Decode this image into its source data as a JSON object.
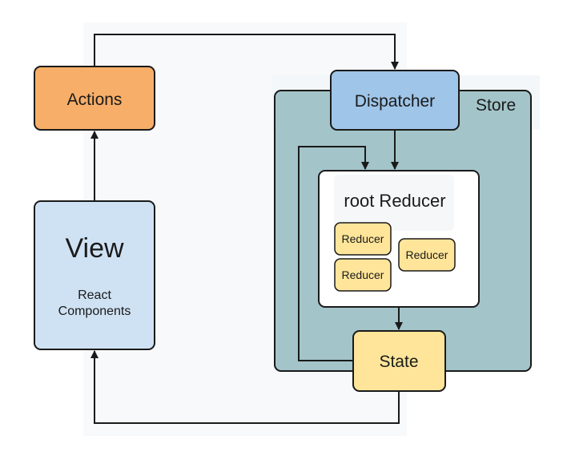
{
  "nodes": {
    "actions": {
      "label": "Actions",
      "fill": "#f7ae68"
    },
    "view": {
      "title": "View",
      "subtitle_line1": "React",
      "subtitle_line2": "Components",
      "fill": "#cfe2f3"
    },
    "store": {
      "label": "Store",
      "fill": "#a3c4c9"
    },
    "dispatcher": {
      "label": "Dispatcher",
      "fill": "#9fc5e8"
    },
    "root_reducer": {
      "label": "root Reducer",
      "fill": "#ffffff"
    },
    "reducers": [
      {
        "label": "Reducer"
      },
      {
        "label": "Reducer"
      },
      {
        "label": "Reducer"
      }
    ],
    "state": {
      "label": "State",
      "fill": "#ffe599"
    }
  },
  "colors": {
    "stroke": "#1a1a1a",
    "reducer_fill": "#ffe599",
    "backdrop": "#f7f9fb"
  }
}
